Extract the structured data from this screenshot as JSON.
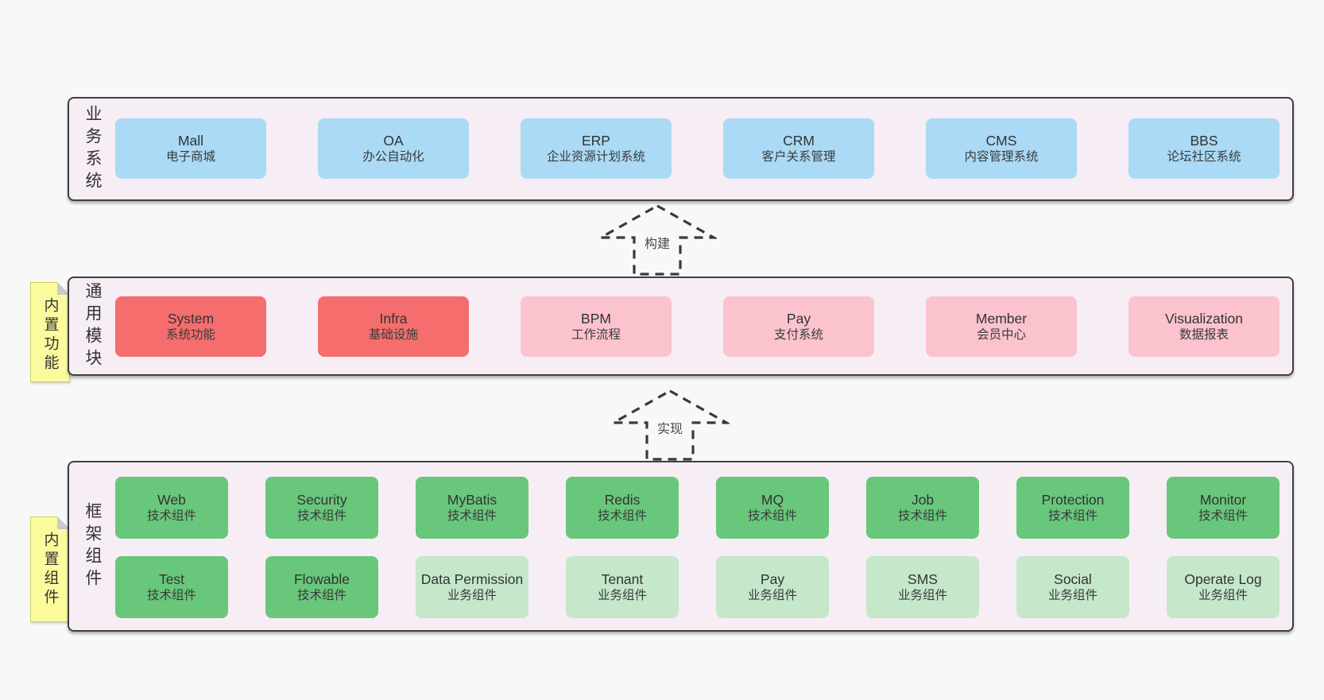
{
  "colors": {
    "background": "#f8f8f8",
    "panel": "#f7edf5",
    "panel_border": "#3f3f3f",
    "blue": "#aadaf5",
    "red": "#f56d6d",
    "pink": "#fac3ce",
    "green": "#68c77b",
    "light_green": "#c4e8c9",
    "tag_yellow": "#fbfb9e",
    "dash": "#3a3a3a"
  },
  "arrows": [
    {
      "label": "构建"
    },
    {
      "label": "实现"
    }
  ],
  "layers": [
    {
      "label": "业务系统",
      "boxes": [
        {
          "name": "Mall",
          "desc": "电子商城"
        },
        {
          "name": "OA",
          "desc": "办公自动化"
        },
        {
          "name": "ERP",
          "desc": "企业资源计划系统"
        },
        {
          "name": "CRM",
          "desc": "客户关系管理"
        },
        {
          "name": "CMS",
          "desc": "内容管理系统"
        },
        {
          "name": "BBS",
          "desc": "论坛社区系统"
        }
      ]
    },
    {
      "label": "通用模块",
      "tag": "内置功能",
      "boxes": [
        {
          "name": "System",
          "desc": "系统功能"
        },
        {
          "name": "Infra",
          "desc": "基础设施"
        },
        {
          "name": "BPM",
          "desc": "工作流程"
        },
        {
          "name": "Pay",
          "desc": "支付系统"
        },
        {
          "name": "Member",
          "desc": "会员中心"
        },
        {
          "name": "Visualization",
          "desc": "数据报表"
        }
      ]
    },
    {
      "label": "框架组件",
      "tag": "内置组件",
      "rows": [
        [
          {
            "name": "Web",
            "desc": "技术组件"
          },
          {
            "name": "Security",
            "desc": "技术组件"
          },
          {
            "name": "MyBatis",
            "desc": "技术组件"
          },
          {
            "name": "Redis",
            "desc": "技术组件"
          },
          {
            "name": "MQ",
            "desc": "技术组件"
          },
          {
            "name": "Job",
            "desc": "技术组件"
          },
          {
            "name": "Protection",
            "desc": "技术组件"
          },
          {
            "name": "Monitor",
            "desc": "技术组件"
          }
        ],
        [
          {
            "name": "Test",
            "desc": "技术组件"
          },
          {
            "name": "Flowable",
            "desc": "技术组件"
          },
          {
            "name": "Data Permission",
            "desc": "业务组件"
          },
          {
            "name": "Tenant",
            "desc": "业务组件"
          },
          {
            "name": "Pay",
            "desc": "业务组件"
          },
          {
            "name": "SMS",
            "desc": "业务组件"
          },
          {
            "name": "Social",
            "desc": "业务组件"
          },
          {
            "name": "Operate Log",
            "desc": "业务组件"
          }
        ]
      ]
    }
  ]
}
